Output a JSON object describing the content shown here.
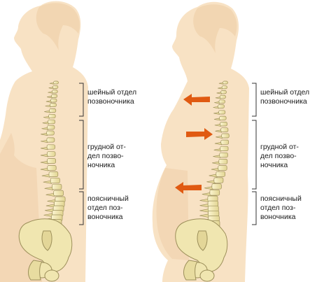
{
  "figures": {
    "left": {
      "cervical": [
        "шейный отдел",
        "позвоночника"
      ],
      "thoracic": [
        "грудной от-",
        "дел позво-",
        "ночника"
      ],
      "lumbar": [
        "поясничный",
        "отдел поз-",
        "воночника"
      ]
    },
    "right": {
      "cervical": [
        "шейный отдел",
        "позвоночника"
      ],
      "thoracic": [
        "грудной от-",
        "дел позво-",
        "ночника"
      ],
      "lumbar": [
        "поясничный",
        "отдел поз-",
        "воночника"
      ]
    }
  },
  "arrows": [
    {
      "name": "cervical-arrow",
      "direction": "left"
    },
    {
      "name": "thoracic-arrow",
      "direction": "right"
    },
    {
      "name": "lumbar-arrow",
      "direction": "left"
    }
  ],
  "colors": {
    "silhouette": "#f8e2c4",
    "bone": "#f0e6b0",
    "bone_edge": "#9c8f5a",
    "arrow": "#e05a12",
    "bracket": "#333333"
  }
}
